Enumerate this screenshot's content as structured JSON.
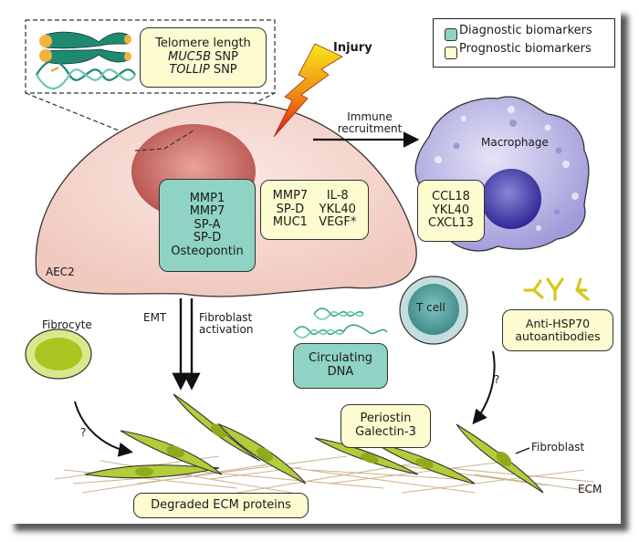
{
  "colors": {
    "diagnostic": "#8fd3c4",
    "prognostic": "#fdfbd0",
    "aec2_cell": "#f5d4cc",
    "aec2_nucleus": "#c9706a",
    "macrophage": "#a7a3dd",
    "macrophage_nucleus": "#3b34a0",
    "tcell": "#62b0ad",
    "fibroblast": "#b3cc3a",
    "ecm_fibers": "#c9ae82",
    "injury_bolt_top": "#f7e21a",
    "injury_bolt_bottom": "#d8180e"
  },
  "legend": {
    "diagnostic_label": "Diagnostic biomarkers",
    "prognostic_label": "Prognostic biomarkers"
  },
  "genetics_box": {
    "line1": "Telomere length",
    "line2_gene": "MUC5B",
    "line2_suffix": " SNP",
    "line3_gene": "TOLLIP",
    "line3_suffix": " SNP"
  },
  "labels": {
    "injury": "Injury",
    "immune_recruitment_1": "Immune",
    "immune_recruitment_2": "recruitment",
    "aec2": "AEC2",
    "macrophage": "Macrophage",
    "tcell": "T cell",
    "fibrocyte": "Fibrocyte",
    "emt": "EMT",
    "fibroblast_activation_1": "Fibroblast",
    "fibroblast_activation_2": "activation",
    "fibroblast": "Fibroblast",
    "ecm": "ECM",
    "question_left": "?",
    "question_right": "?"
  },
  "aec2_diagnostic_markers": [
    "MMP1",
    "MMP7",
    "SP-A",
    "SP-D",
    "Osteopontin"
  ],
  "aec2_prognostic_markers": {
    "col1": [
      "MMP7",
      "SP-D",
      "MUC1"
    ],
    "col2": [
      "IL-8",
      "YKL40",
      "VEGF*"
    ]
  },
  "macrophage_markers": [
    "CCL18",
    "YKL40",
    "CXCL13"
  ],
  "autoantibodies": {
    "line1": "Anti-HSP70",
    "line2": "autoantibodies"
  },
  "circulating_dna": {
    "line1": "Circulating",
    "line2": "DNA"
  },
  "fibroblast_markers": {
    "line1": "Periostin",
    "line2": "Galectin-3"
  },
  "ecm_box": "Degraded ECM proteins"
}
